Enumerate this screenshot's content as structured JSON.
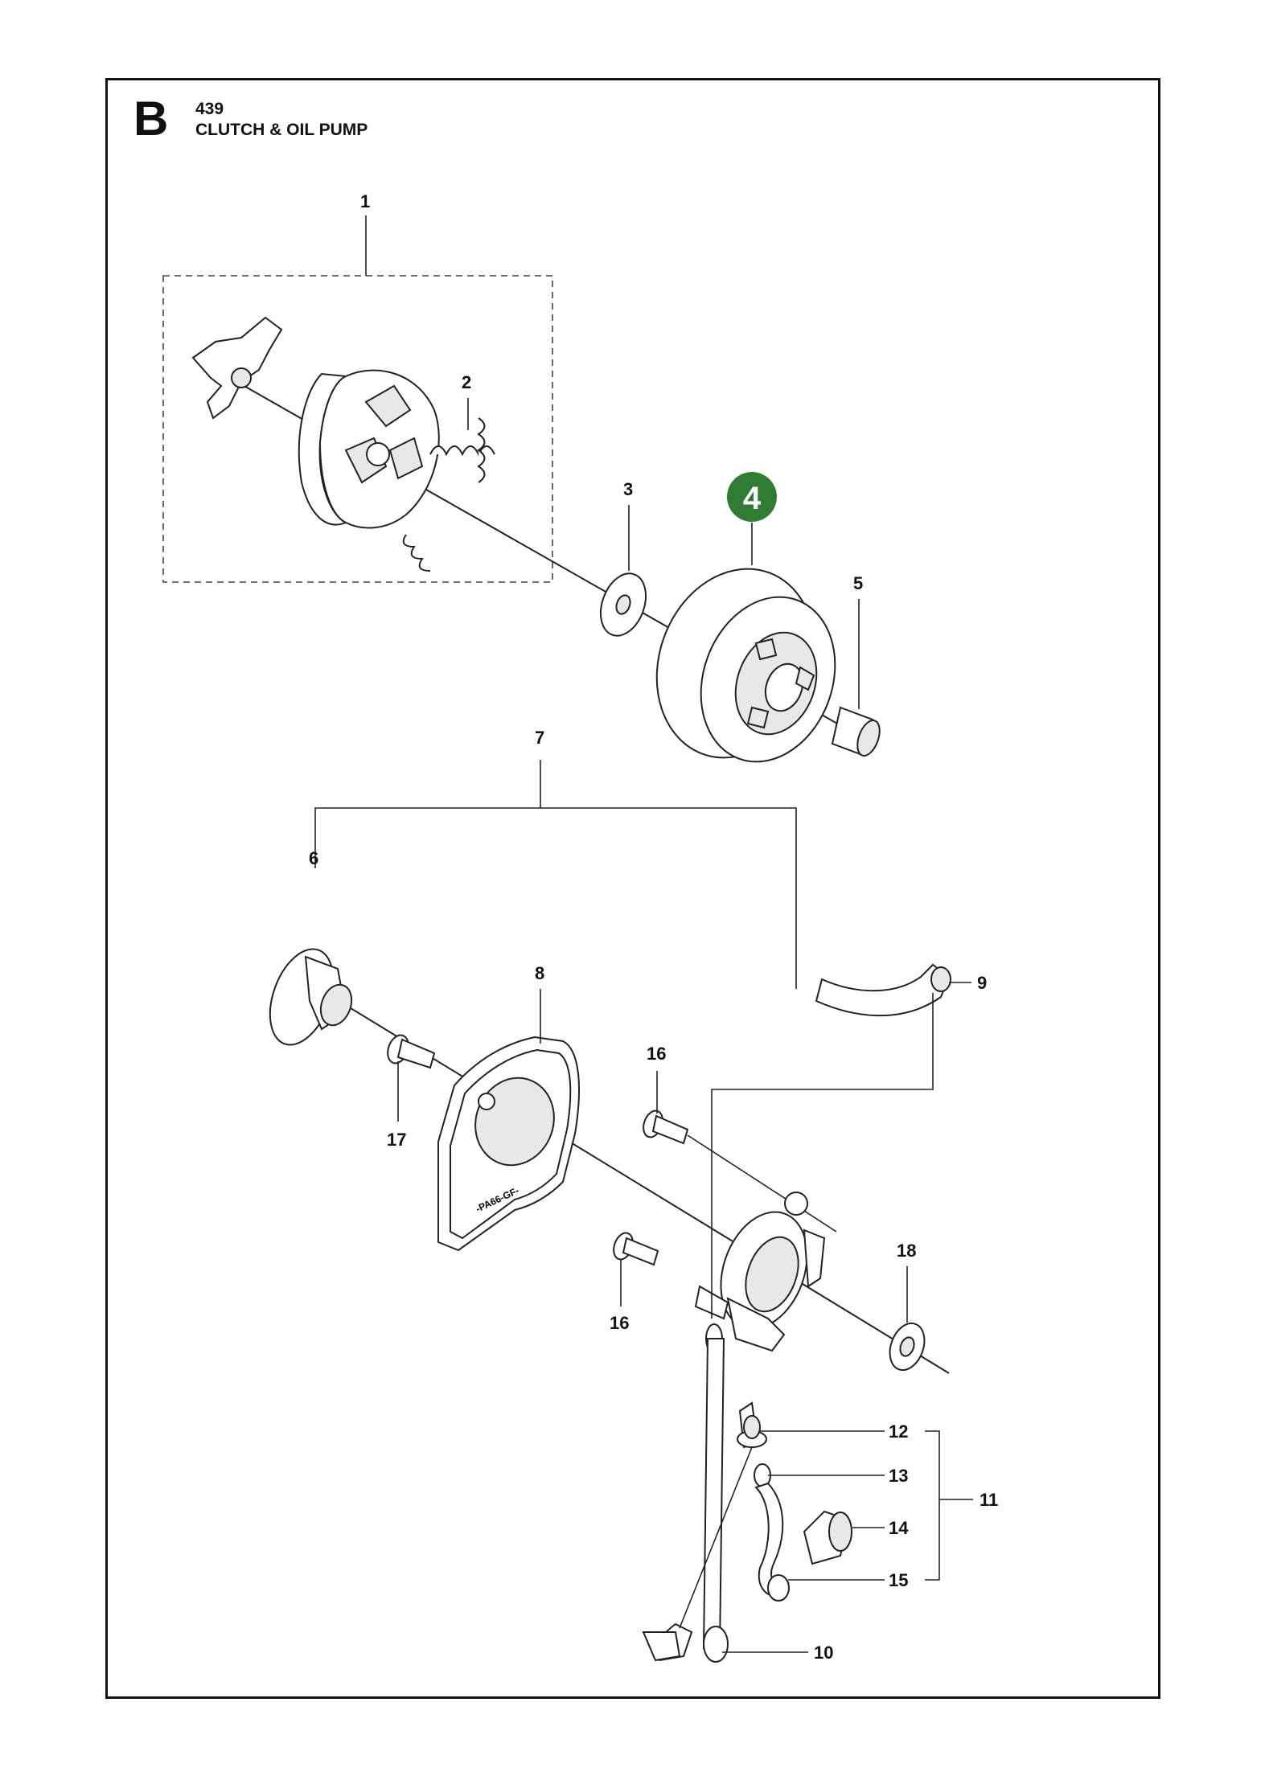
{
  "header": {
    "section_letter": "B",
    "model": "439",
    "title": "CLUTCH & OIL PUMP"
  },
  "callouts": {
    "c1": "1",
    "c2": "2",
    "c3": "3",
    "c4": "4",
    "c5": "5",
    "c6": "6",
    "c7": "7",
    "c8": "8",
    "c9": "9",
    "c10": "10",
    "c11": "11",
    "c12": "12",
    "c13": "13",
    "c14": "14",
    "c15": "15",
    "c16a": "16",
    "c16b": "16",
    "c17": "17",
    "c18": "18"
  },
  "part_marking": "-PA66-GF-",
  "colors": {
    "highlight": "#2e7d32",
    "line": "#222222",
    "background": "#ffffff"
  }
}
